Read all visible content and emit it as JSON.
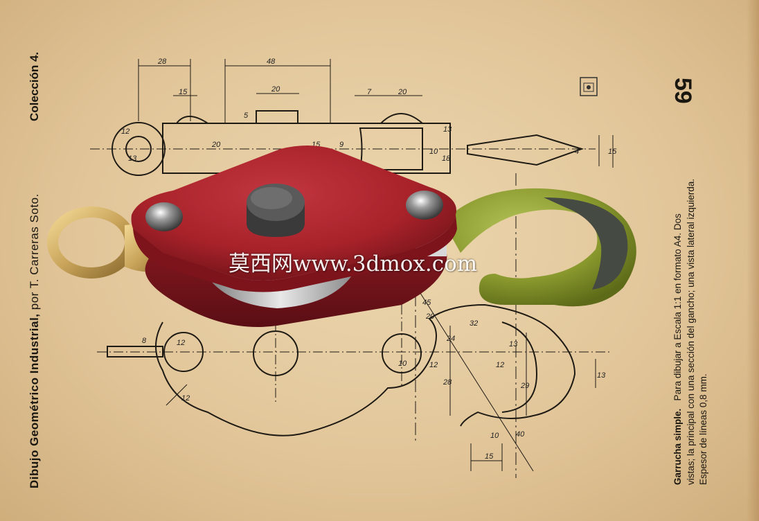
{
  "header": {
    "title_bold": "Dibujo Geométrico Industrial,",
    "title_author": " por T. Carreras Soto.",
    "collection": "Colección 4.",
    "page_number": "59"
  },
  "caption": {
    "title": "Garrucha simple.",
    "line1": "Para dibujar a Escala 1:1 en formato A4. Dos",
    "line2": "vistas; la principal con una sección del gancho; una vista lateral izquierda.",
    "line3": "Espesor de líneas 0,8 mm."
  },
  "watermark": "莫西网www.3dmox.com",
  "dimensions": [
    "28",
    "15",
    "12",
    "13",
    "20",
    "48",
    "20",
    "5",
    "15",
    "9",
    "7",
    "20",
    "13",
    "10",
    "18",
    "4",
    "15",
    "8",
    "12",
    "12",
    "10",
    "45",
    "20",
    "32",
    "24",
    "12",
    "13",
    "28",
    "29",
    "40",
    "10",
    "15",
    "13",
    "12"
  ],
  "colors": {
    "paper": "#e6cba0",
    "pulley_plate": "#a8222a",
    "hook": "#8a9a2e",
    "ring": "#c9a45a",
    "ink": "#1e1a14"
  }
}
